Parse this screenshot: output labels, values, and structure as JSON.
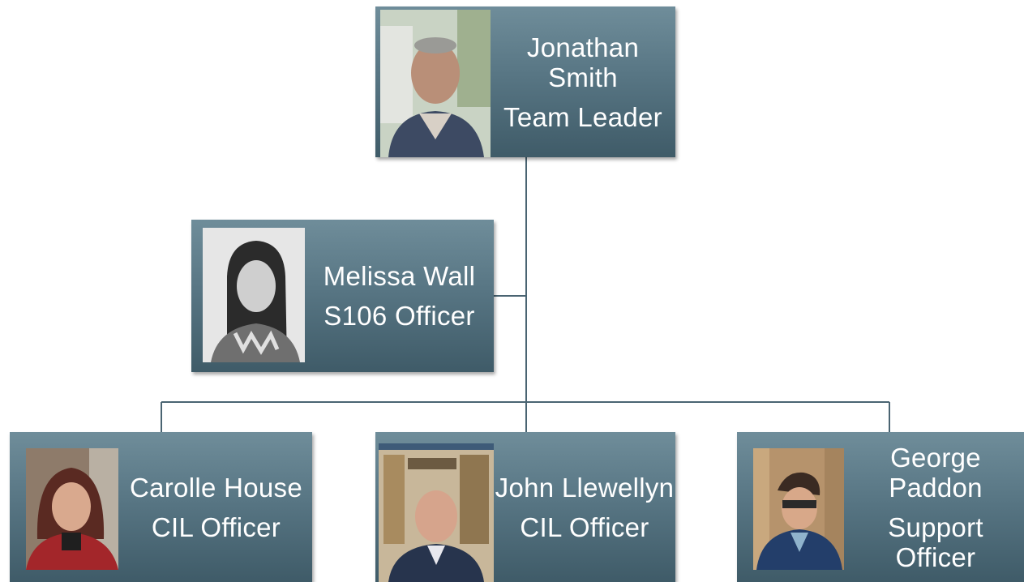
{
  "org_chart": {
    "leader": {
      "name": "Jonathan Smith",
      "role": "Team Leader"
    },
    "assistant": {
      "name": "Melissa Wall",
      "role": "S106 Officer"
    },
    "reports": [
      {
        "name": "Carolle House",
        "role": "CIL Officer"
      },
      {
        "name": "John Llewellyn",
        "role": "CIL Officer"
      },
      {
        "name": "George Paddon",
        "role": "Support Officer"
      }
    ]
  },
  "colors": {
    "card_top": "#6f8d9a",
    "card_bottom": "#3f5b68",
    "connector": "#4a6472",
    "text": "#ffffff"
  }
}
